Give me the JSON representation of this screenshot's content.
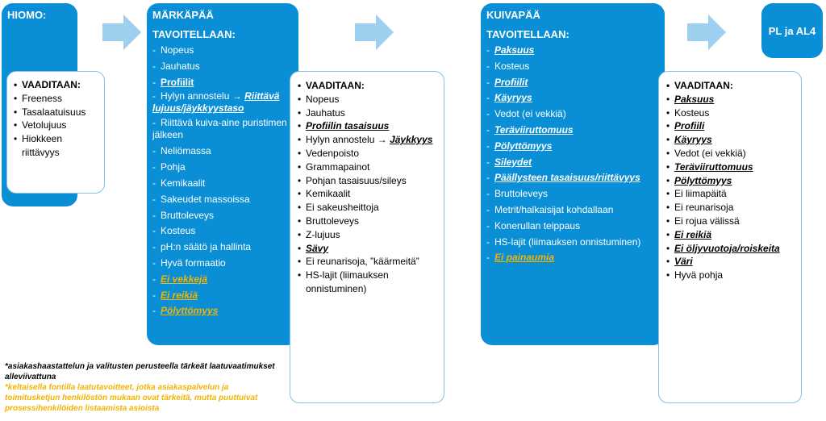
{
  "arrow_color": "#9dd0ee",
  "panel_color": "#0a8fd6",
  "highlight_color": "#f2b400",
  "hiomo": {
    "title": "HIOMO:",
    "required": {
      "header": "VAADITAAN:",
      "items": [
        {
          "text": "Freeness"
        },
        {
          "text": "Tasalaatuisuus"
        },
        {
          "text": "Vetolujuus"
        },
        {
          "text": "Hiokkeen riittävyys"
        }
      ]
    }
  },
  "markapaa": {
    "title": "MÄRKÄPÄÄ",
    "subtitle": "TAVOITELLAAN:",
    "targets": [
      {
        "text": "Nopeus"
      },
      {
        "text": "Jauhatus"
      },
      {
        "text": "Profiilit",
        "bold": true,
        "underline": true
      },
      {
        "text": "Hylyn annostelu → ",
        "tail": "Riittävä lujuus/jäykkyystaso",
        "tail_style": "biu"
      },
      {
        "text": "Riittävä kuiva-aine puristimen jälkeen"
      },
      {
        "text": "Neliömassa"
      },
      {
        "text": "Pohja"
      },
      {
        "text": "Kemikaalit"
      },
      {
        "text": "Sakeudet massoissa"
      },
      {
        "text": "Bruttoleveys"
      },
      {
        "text": "Kosteus"
      },
      {
        "text": "pH:n säätö ja hallinta"
      },
      {
        "text": "Hyvä formaatio"
      },
      {
        "text": "Ei vekkejä",
        "bold": true,
        "italic": true,
        "underline": true,
        "yellow": true
      },
      {
        "text": "Ei reikiä",
        "bold": true,
        "italic": true,
        "underline": true,
        "yellow": true
      },
      {
        "text": "Pölyttömyys",
        "bold": true,
        "italic": true,
        "underline": true,
        "yellow": true
      }
    ],
    "required": {
      "header": "VAADITAAN:",
      "items": [
        {
          "text": "Nopeus"
        },
        {
          "text": "Jauhatus"
        },
        {
          "text": "Profiilin tasaisuus",
          "bold": true,
          "italic": true,
          "underline": true
        },
        {
          "text": "Hylyn annostelu → ",
          "tail": "Jäykkyys",
          "tail_style": "biu"
        },
        {
          "text": "Vedenpoisto"
        },
        {
          "text": "Grammapainot"
        },
        {
          "text": "Pohjan tasaisuus/sileys"
        },
        {
          "text": "Kemikaalit"
        },
        {
          "text": "Ei sakeusheittoja"
        },
        {
          "text": "Bruttoleveys"
        },
        {
          "text": "Z-lujuus"
        },
        {
          "text": "Sävy",
          "bold": true,
          "italic": true,
          "underline": true
        },
        {
          "text": "Ei reunarisoja, ”käärmeitä”"
        },
        {
          "text": "HS-lajit (liimauksen onnistuminen)"
        }
      ]
    }
  },
  "kuivapaa": {
    "title": "KUIVAPÄÄ",
    "subtitle": "TAVOITELLAAN:",
    "targets": [
      {
        "text": "Paksuus",
        "bold": true,
        "italic": true,
        "underline": true
      },
      {
        "text": "Kosteus"
      },
      {
        "text": "Profiilit",
        "bold": true,
        "italic": true,
        "underline": true
      },
      {
        "text": "Käyryys",
        "bold": true,
        "italic": true,
        "underline": true
      },
      {
        "text": "Vedot (ei vekkiä)"
      },
      {
        "text": "Teräviiruttomuus",
        "bold": true,
        "italic": true,
        "underline": true
      },
      {
        "text": "Pölyttömyys",
        "bold": true,
        "italic": true,
        "underline": true
      },
      {
        "text": "Sileydet",
        "bold": true,
        "italic": true,
        "underline": true
      },
      {
        "text": "Päällysteen tasaisuus/riittävyys",
        "bold": true,
        "italic": true,
        "underline": true
      },
      {
        "text": "Bruttoleveys"
      },
      {
        "text": "Metrit/halkaisijat kohdallaan"
      },
      {
        "text": "Konerullan teippaus"
      },
      {
        "text": "HS-lajit (liimauksen onnistuminen)"
      },
      {
        "text": "Ei painaumia",
        "bold": true,
        "italic": true,
        "underline": true,
        "yellow": true
      }
    ]
  },
  "pl": {
    "title": "PL ja AL4",
    "required": {
      "header": "VAADITAAN:",
      "items": [
        {
          "text": "Paksuus",
          "bold": true,
          "italic": true,
          "underline": true
        },
        {
          "text": "Kosteus"
        },
        {
          "text": "Profiili",
          "bold": true,
          "italic": true,
          "underline": true
        },
        {
          "text": "Käyryys",
          "bold": true,
          "italic": true,
          "underline": true
        },
        {
          "text": "Vedot (ei vekkiä)"
        },
        {
          "text": "Teräviiruttomuus",
          "bold": true,
          "italic": true,
          "underline": true
        },
        {
          "text": "Pölyttömyys",
          "bold": true,
          "italic": true,
          "underline": true
        },
        {
          "text": "Ei liimapäitä"
        },
        {
          "text": "Ei reunarisoja"
        },
        {
          "text": "Ei rojua välissä"
        },
        {
          "text": "Ei reikiä",
          "bold": true,
          "italic": true,
          "underline": true
        },
        {
          "text": "Ei öljyvuotoja/roiskeita",
          "bold": true,
          "italic": true,
          "underline": true
        },
        {
          "text": "Väri",
          "bold": true,
          "italic": true,
          "underline": true
        },
        {
          "text": "Hyvä pohja"
        }
      ]
    }
  },
  "notes": {
    "note1": "*asiakashaastattelun ja valitusten perusteella tärkeät laatuvaatimukset alleviivattuna",
    "note2": "*keltaisella fontilla laatutavoitteet, jotka asiakaspalvelun ja toimitusketjun henkilöstön mukaan ovat tärkeitä, mutta puuttuivat prosessihenkilöiden listaamista asioista"
  }
}
